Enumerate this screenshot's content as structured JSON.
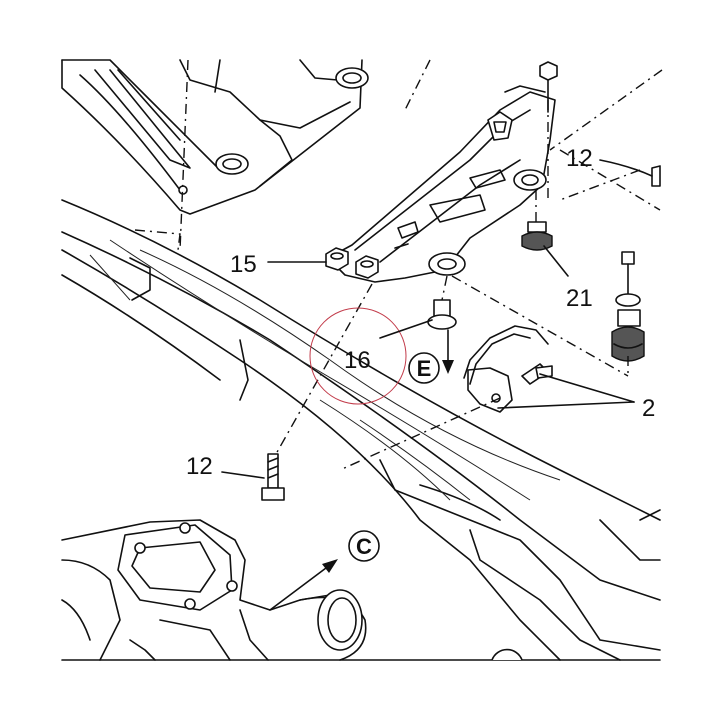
{
  "callouts": {
    "c12_top": "12",
    "c12_bottom": "12",
    "c15": "15",
    "c16": "16",
    "c21": "21",
    "c2": "2"
  },
  "view_refs": {
    "e": "E",
    "c": "C"
  },
  "colors": {
    "ink": "#111111",
    "highlight_circle": "#c23b4a"
  }
}
